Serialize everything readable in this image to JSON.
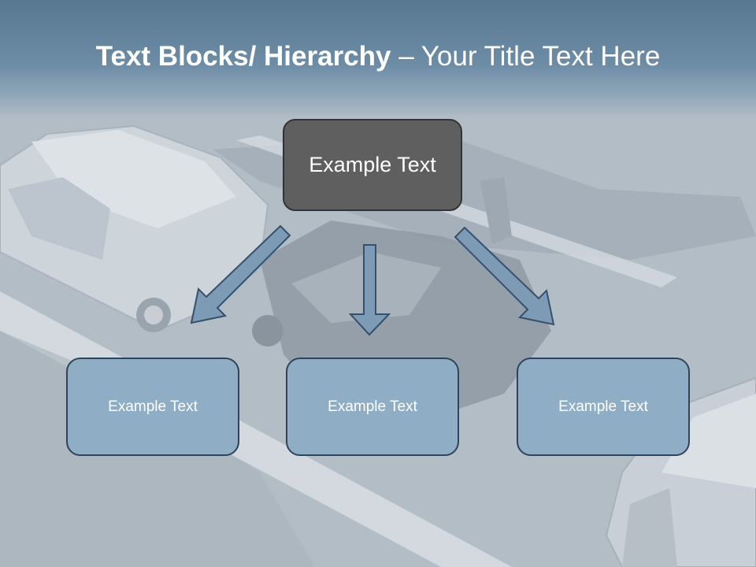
{
  "title": {
    "bold": "Text Blocks/ Hierarchy",
    "rest": " – Your Title Text Here"
  },
  "diagram": {
    "top": "Example Text",
    "children": [
      "Example Text",
      "Example Text",
      "Example Text"
    ]
  },
  "colors": {
    "top_fill": "#5f5f5f",
    "child_fill": "#8faec6",
    "arrow_fill": "#7e9bb6",
    "outline": "#2f4458"
  }
}
